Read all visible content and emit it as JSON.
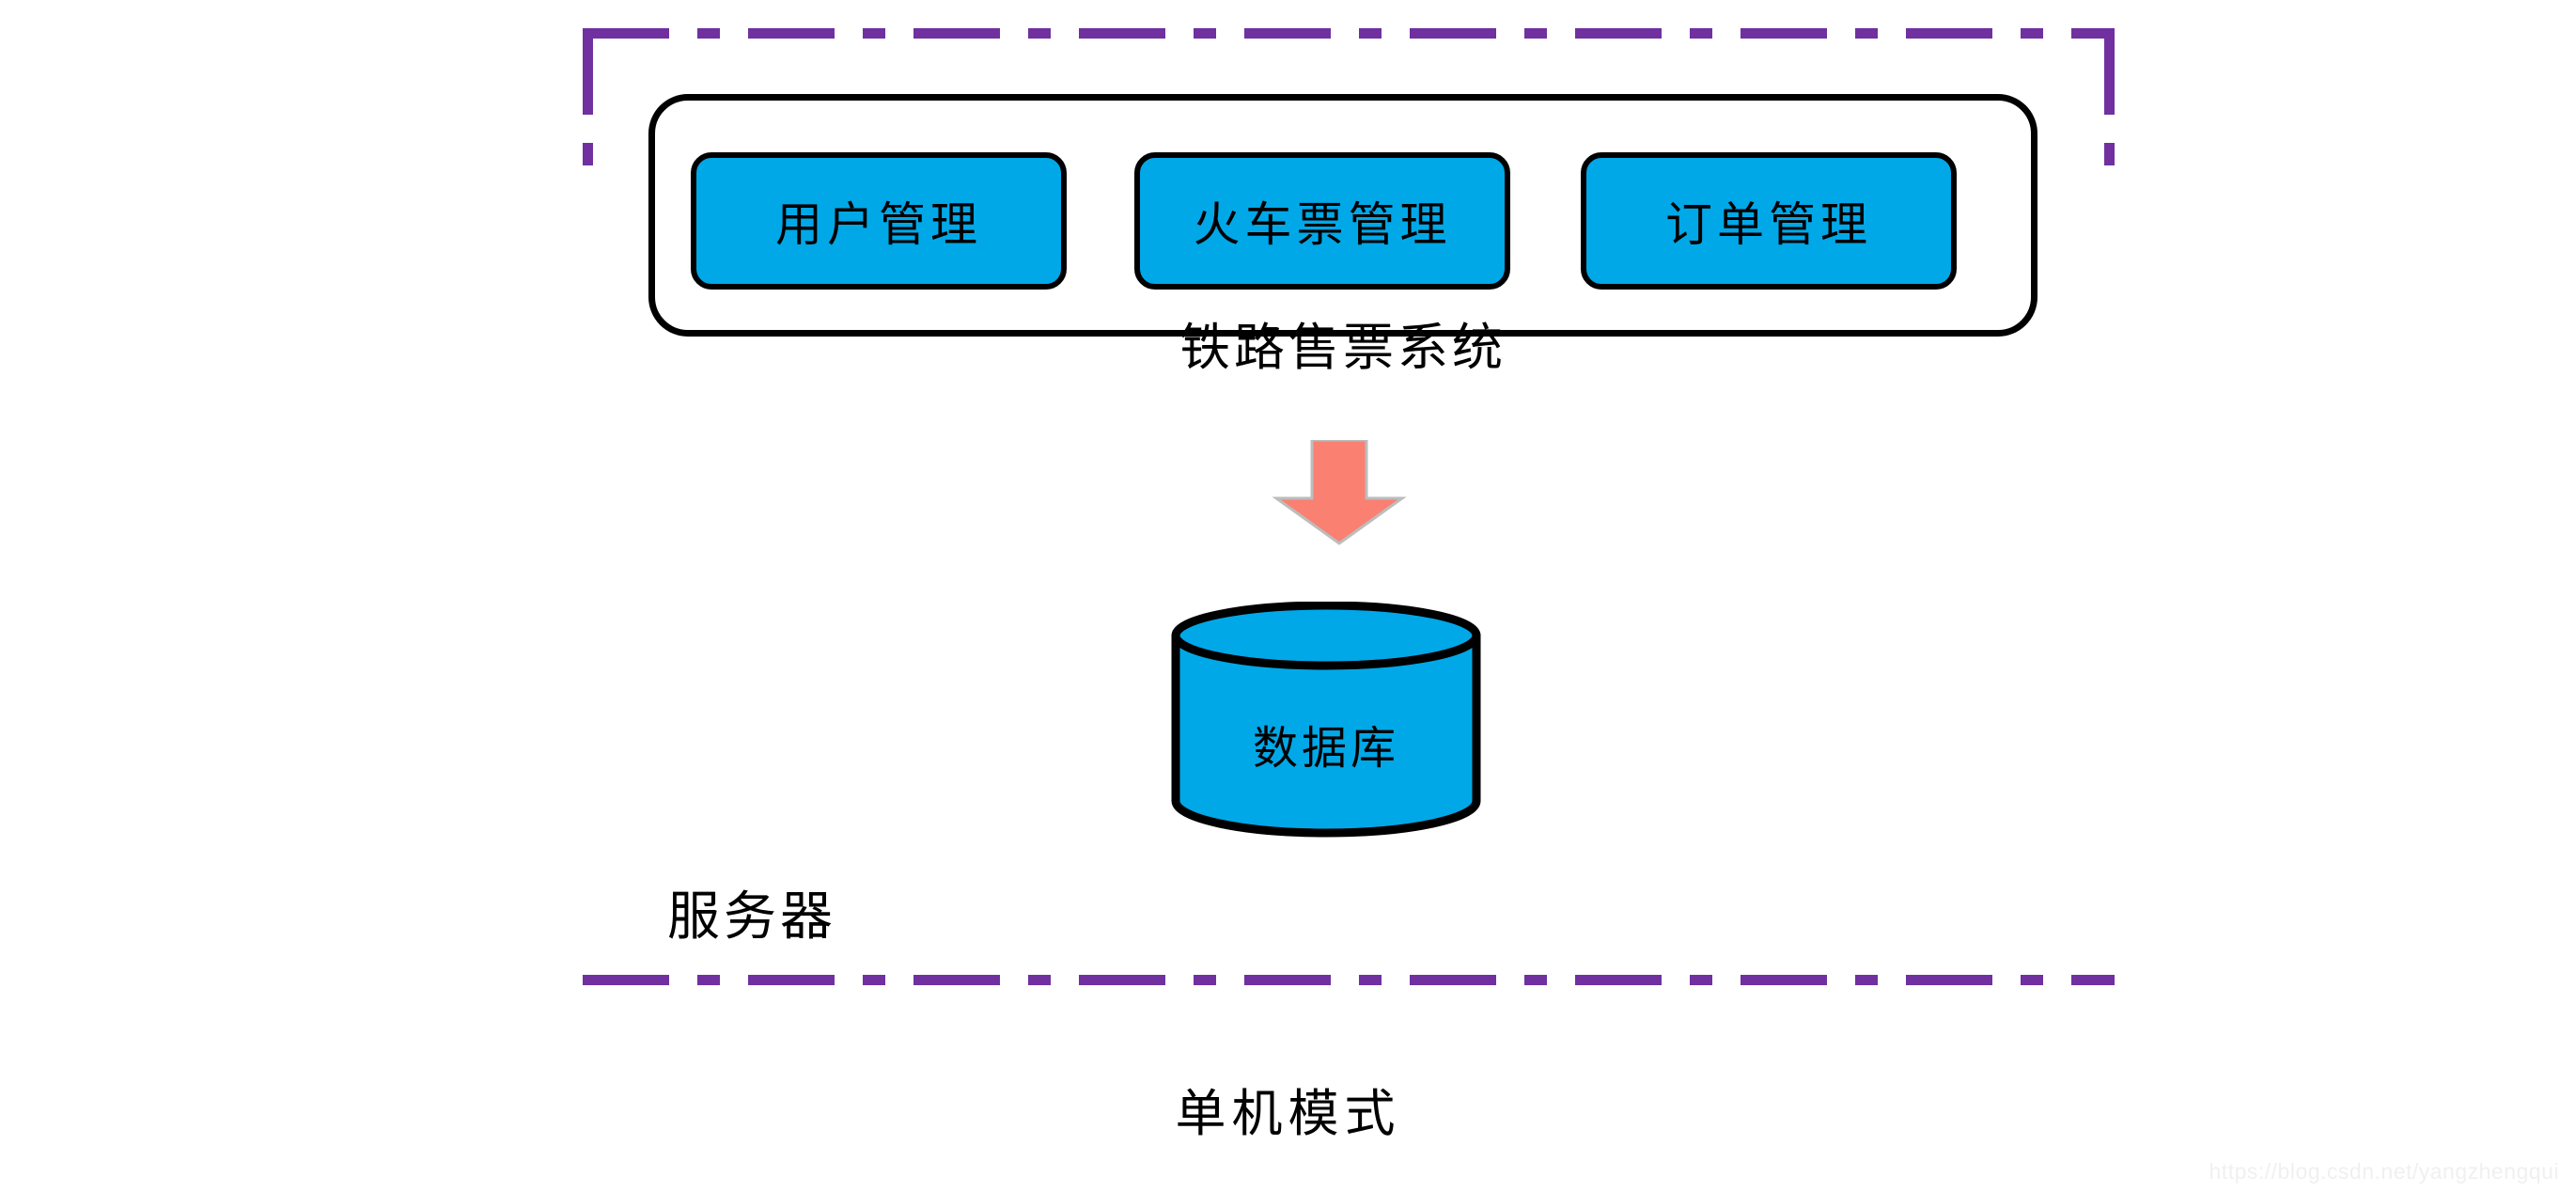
{
  "diagram": {
    "caption": "单机模式",
    "colors": {
      "module_fill": "#00A8E8",
      "database_fill": "#00A8E8",
      "boundary_stroke": "#7030A0",
      "arrow_fill": "#FA8072",
      "outline": "#000000",
      "background": "#FFFFFF"
    },
    "server_boundary": {
      "label": "服务器",
      "border_style": "dash-dot",
      "border_color": "#7030A0"
    },
    "system": {
      "label": "铁路售票系统",
      "modules": [
        {
          "label": "用户管理"
        },
        {
          "label": "火车票管理"
        },
        {
          "label": "订单管理"
        }
      ]
    },
    "flow": {
      "direction": "down",
      "from": "铁路售票系统",
      "to": "数据库",
      "arrow_color": "#FA8072"
    },
    "database": {
      "label": "数据库",
      "shape": "cylinder"
    }
  },
  "watermark": {
    "text": "https://blog.csdn.net/yangzhengqui"
  }
}
